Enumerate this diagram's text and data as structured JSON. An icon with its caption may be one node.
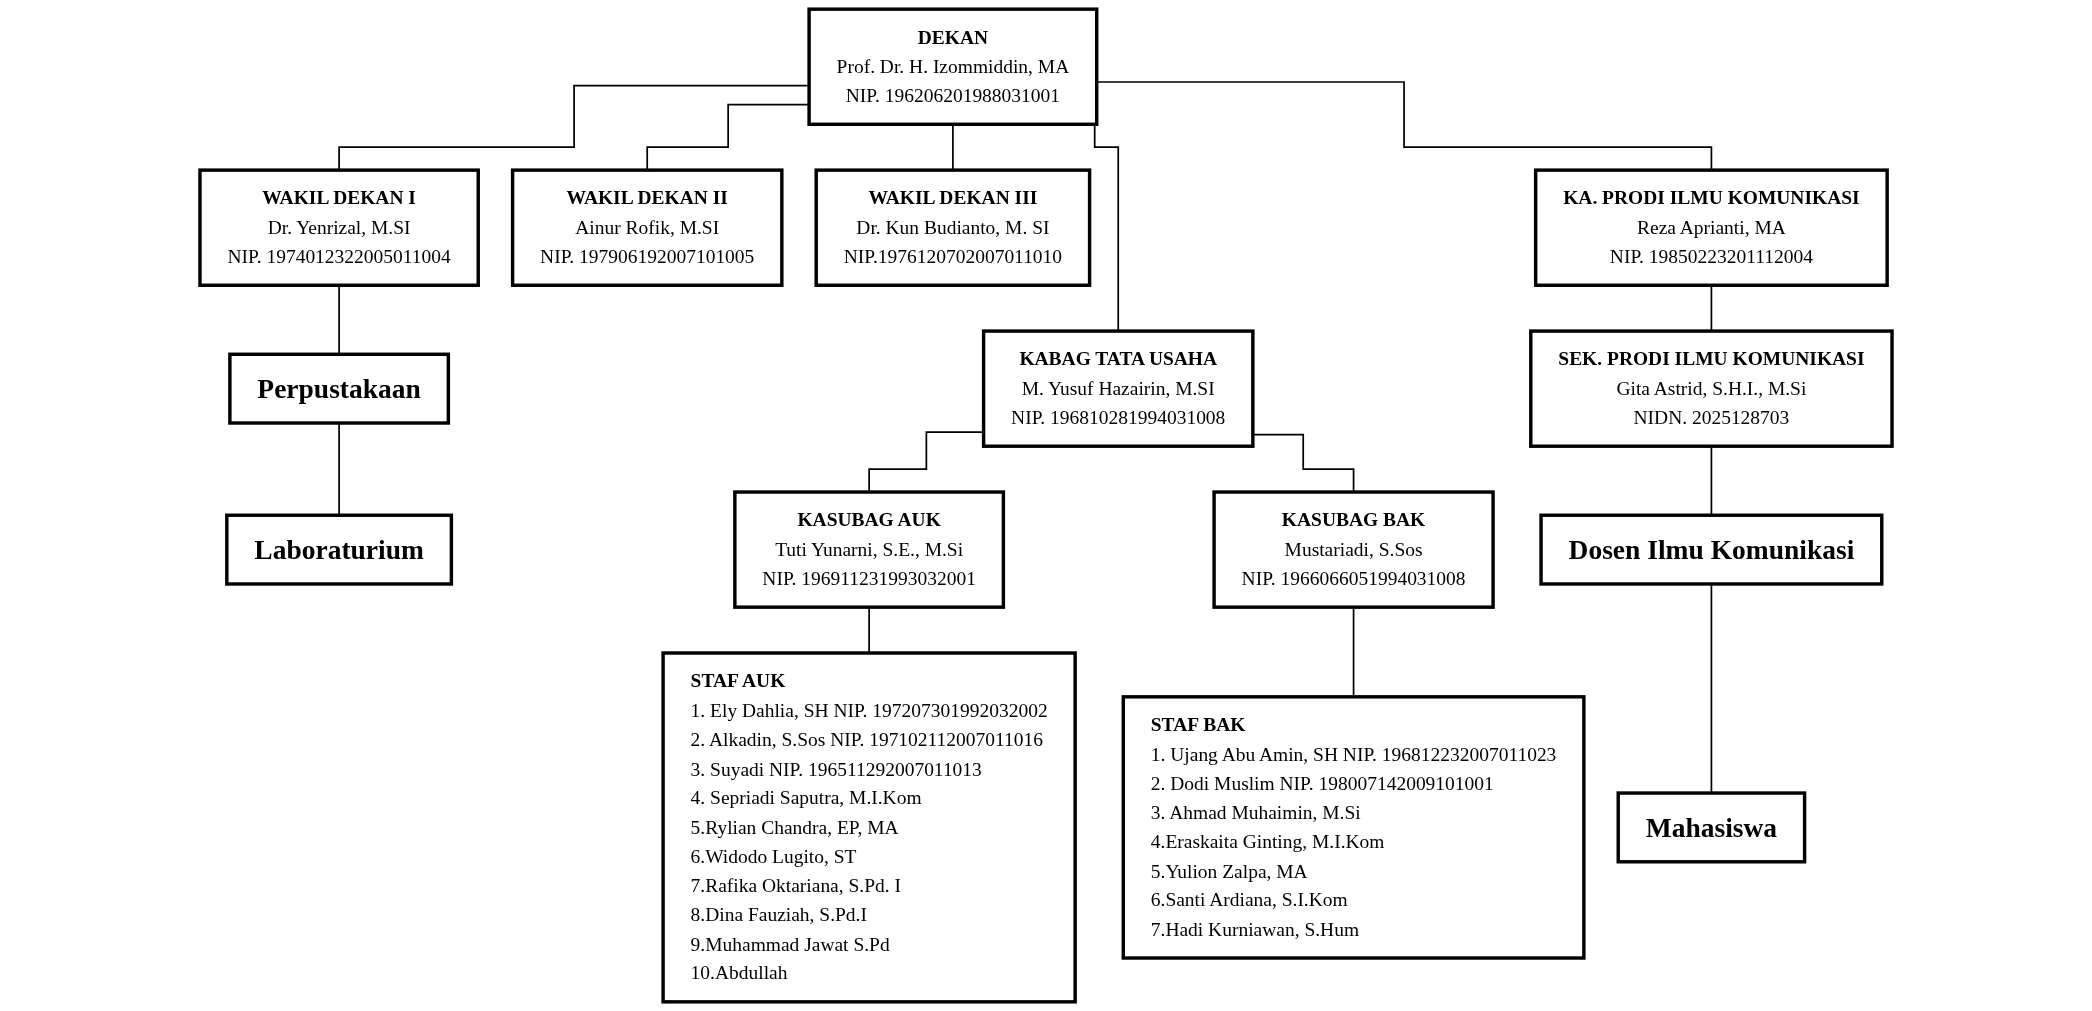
{
  "diagram": {
    "nodes": [
      {
        "text": [
          "DEKAN",
          "Prof. Dr. H. Izommiddin, MA",
          "NIP. 196206201988031001"
        ]
      },
      {
        "text": [
          "WAKIL DEKAN I",
          "Dr. Yenrizal, M.SI",
          "NIP. 1974012322005011004"
        ]
      },
      {
        "text": [
          "WAKIL DEKAN II",
          "Ainur Rofik, M.SI",
          "NIP. 197906192007101005"
        ]
      },
      {
        "text": [
          "WAKIL DEKAN III",
          "Dr. Kun Budianto, M. SI",
          "NIP.1976120702007011010"
        ]
      },
      {
        "text": [
          "KA. PRODI ILMU KOMUNIKASI",
          "Reza Aprianti, MA",
          "NIP. 19850223201112004"
        ]
      },
      {
        "text": [
          "Perpustakaan"
        ]
      },
      {
        "text": [
          "Laboraturium"
        ]
      },
      {
        "text": [
          "KABAG TATA USAHA",
          "M. Yusuf Hazairin, M.SI",
          "NIP. 196810281994031008"
        ]
      },
      {
        "text": [
          "KASUBAG AUK",
          "Tuti Yunarni, S.E., M.Si",
          "NIP. 196911231993032001"
        ]
      },
      {
        "text": [
          "KASUBAG BAK",
          "Mustariadi, S.Sos",
          "NIP. 1966066051994031008"
        ]
      },
      {
        "text": [
          "STAF AUK",
          "1. Ely Dahlia, SH NIP. 197207301992032002",
          "2. Alkadin, S.Sos NIP. 197102112007011016",
          "3. Suyadi NIP. 196511292007011013",
          "4. Sepriadi Saputra, M.I.Kom",
          "5.Rylian Chandra, EP, MA",
          "6.Widodo Lugito, ST",
          "7.Rafika Oktariana, S.Pd. I",
          "8.Dina Fauziah, S.Pd.I",
          "9.Muhammad Jawat S.Pd",
          "10.Abdullah"
        ]
      },
      {
        "text": [
          "STAF BAK",
          "1. Ujang Abu Amin, SH NIP. 196812232007011023",
          "2. Dodi Muslim NIP. 198007142009101001",
          "3. Ahmad Muhaimin, M.Si",
          "4.Eraskaita Ginting, M.I.Kom",
          "5.Yulion Zalpa, MA",
          "6.Santi Ardiana, S.I.Kom",
          "7.Hadi Kurniawan, S.Hum"
        ]
      },
      {
        "text": [
          "SEK. PRODI ILMU KOMUNIKASI",
          "Gita Astrid, S.H.I., M.Si",
          "NIDN. 2025128703"
        ]
      },
      {
        "text": [
          "Dosen Ilmu Komunikasi"
        ]
      },
      {
        "text": [
          "Mahasiswa"
        ]
      }
    ],
    "edges": [
      {
        "from": 0,
        "to": 1,
        "arrow": "none"
      },
      {
        "from": 0,
        "to": 2,
        "arrow": "none"
      },
      {
        "from": 0,
        "to": 3,
        "arrow": "none"
      },
      {
        "from": 0,
        "to": 7,
        "arrow": "none"
      },
      {
        "from": 0,
        "to": 4,
        "arrow": "none"
      },
      {
        "from": 1,
        "to": 5,
        "arrow": "none"
      },
      {
        "from": 5,
        "to": 6,
        "arrow": "none"
      },
      {
        "from": 7,
        "to": 8,
        "arrow": "none"
      },
      {
        "from": 7,
        "to": 9,
        "arrow": "none"
      },
      {
        "from": 8,
        "to": 10,
        "arrow": "none"
      },
      {
        "from": 9,
        "to": 11,
        "arrow": "none"
      },
      {
        "from": 4,
        "to": 12,
        "arrow": "none"
      },
      {
        "from": 12,
        "to": 13,
        "arrow": "none"
      },
      {
        "from": 13,
        "to": 14,
        "arrow": "none"
      }
    ]
  }
}
